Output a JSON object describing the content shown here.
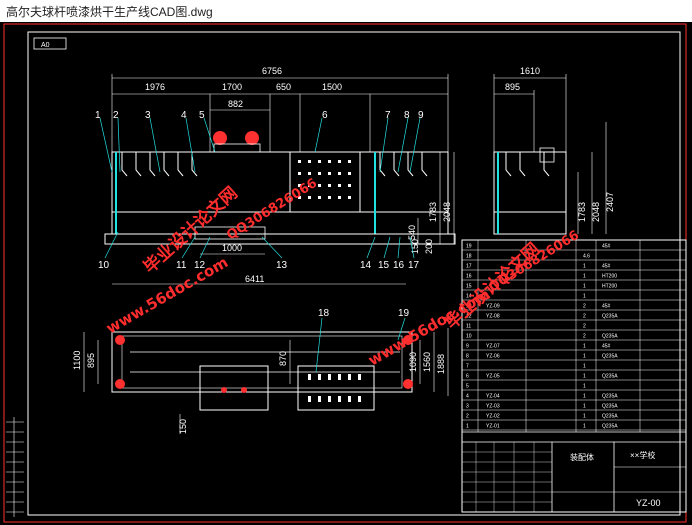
{
  "window": {
    "title": "高尔夫球杆喷漆烘干生产线CAD图.dwg"
  },
  "frame": {
    "tag": "A0"
  },
  "dimensions": {
    "front_overall": "6756",
    "front_a": "1976",
    "front_b": "1700",
    "front_c": "650",
    "front_d": "1500",
    "front_e": "882",
    "front_bottom": "6411",
    "front_1000": "1000",
    "front_h1": "1783",
    "front_h2": "2048",
    "front_h3": "540",
    "front_h4": "150",
    "front_h5": "200",
    "side_w1": "1610",
    "side_w2": "895",
    "side_h1": "1783",
    "side_h2": "2048",
    "side_h3": "2407",
    "plan_left1": "1100",
    "plan_left2": "895",
    "plan_mid": "870",
    "plan_right1": "1090",
    "plan_right2": "1560",
    "plan_right3": "1888",
    "plan_bottom": "150"
  },
  "callouts": {
    "c1": "1",
    "c2": "2",
    "c3": "3",
    "c4": "4",
    "c5": "5",
    "c6": "6",
    "c7": "7",
    "c8": "8",
    "c9": "9",
    "c10": "10",
    "c11": "11",
    "c12": "12",
    "c13": "13",
    "c14": "14",
    "c15": "15",
    "c16": "16",
    "c17": "17",
    "c18": "18",
    "c19": "19"
  },
  "title_block": {
    "parts_rows": [
      {
        "no": "19",
        "code": "",
        "name": "",
        "qty": "",
        "mat": "45#"
      },
      {
        "no": "18",
        "code": "",
        "name": "",
        "qty": "4.6",
        "mat": ""
      },
      {
        "no": "17",
        "code": "",
        "name": "",
        "qty": "1",
        "mat": "45#"
      },
      {
        "no": "16",
        "code": "",
        "name": "",
        "qty": "1",
        "mat": "HT200"
      },
      {
        "no": "15",
        "code": "",
        "name": "",
        "qty": "1",
        "mat": "HT200"
      },
      {
        "no": "14",
        "code": "",
        "name": "",
        "qty": "1",
        "mat": ""
      },
      {
        "no": "13",
        "code": "YZ-09",
        "name": "",
        "qty": "2",
        "mat": "45#"
      },
      {
        "no": "12",
        "code": "YZ-08",
        "name": "",
        "qty": "2",
        "mat": "Q235A"
      },
      {
        "no": "11",
        "code": "",
        "name": "",
        "qty": "2",
        "mat": ""
      },
      {
        "no": "10",
        "code": "",
        "name": "",
        "qty": "2",
        "mat": "Q235A"
      },
      {
        "no": "9",
        "code": "YZ-07",
        "name": "",
        "qty": "1",
        "mat": "45#"
      },
      {
        "no": "8",
        "code": "YZ-06",
        "name": "",
        "qty": "1",
        "mat": "Q235A"
      },
      {
        "no": "7",
        "code": "",
        "name": "",
        "qty": "1",
        "mat": ""
      },
      {
        "no": "6",
        "code": "YZ-05",
        "name": "",
        "qty": "1",
        "mat": "Q235A"
      },
      {
        "no": "5",
        "code": "",
        "name": "",
        "qty": "1",
        "mat": ""
      },
      {
        "no": "4",
        "code": "YZ-04",
        "name": "",
        "qty": "1",
        "mat": "Q235A"
      },
      {
        "no": "3",
        "code": "YZ-03",
        "name": "",
        "qty": "1",
        "mat": "Q235A"
      },
      {
        "no": "2",
        "code": "YZ-02",
        "name": "",
        "qty": "1",
        "mat": "Q235A"
      },
      {
        "no": "1",
        "code": "YZ-01",
        "name": "",
        "qty": "1",
        "mat": "Q235A"
      }
    ],
    "drawing_title": "装配体",
    "school": "××学校",
    "sheet_code": "YZ-00"
  },
  "watermarks": {
    "w1": "毕业设计论文网",
    "w2": "www.56doc.com",
    "w3": "QQ306826066"
  }
}
